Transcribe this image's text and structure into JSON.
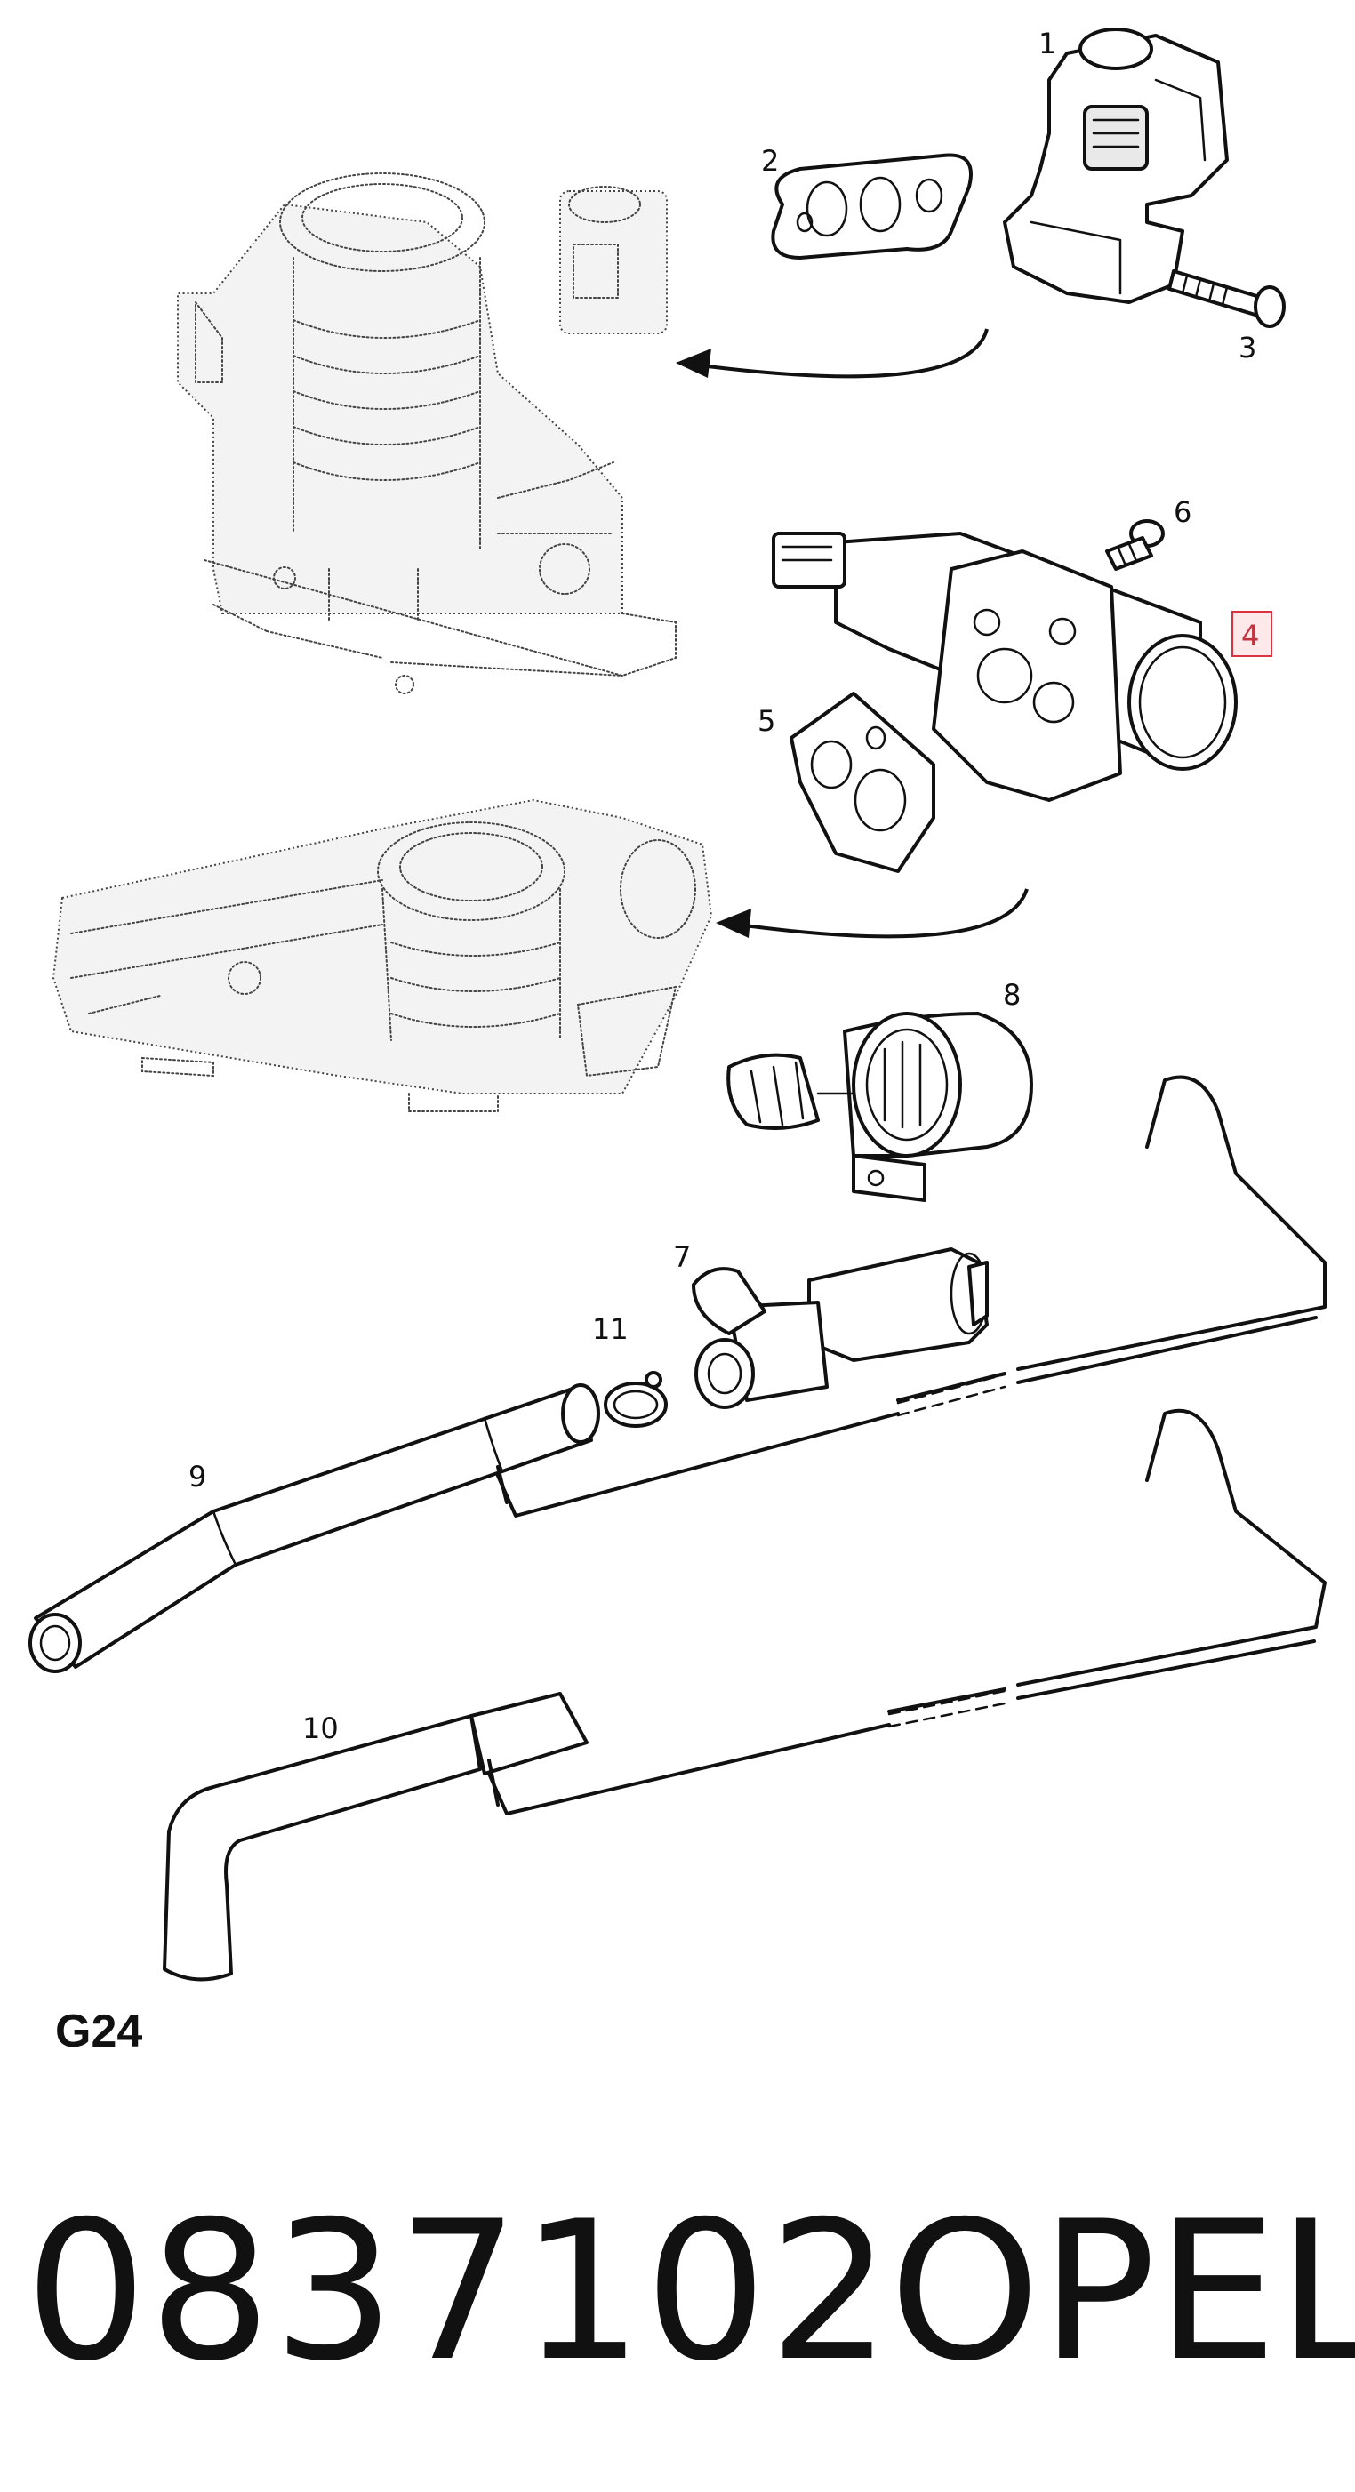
{
  "callouts": {
    "c1": "1",
    "c2": "2",
    "c3": "3",
    "c4": "4",
    "c5": "5",
    "c6": "6",
    "c7": "7",
    "c8": "8",
    "c9": "9",
    "c10": "10",
    "c11": "11"
  },
  "highlighted_callout": "4",
  "figure_code": "G24",
  "part_number": "0837102",
  "brand": "OPEL",
  "colors": {
    "line": "#111111",
    "highlight_border": "#d9333f",
    "highlight_fill": "#fde8ea"
  }
}
